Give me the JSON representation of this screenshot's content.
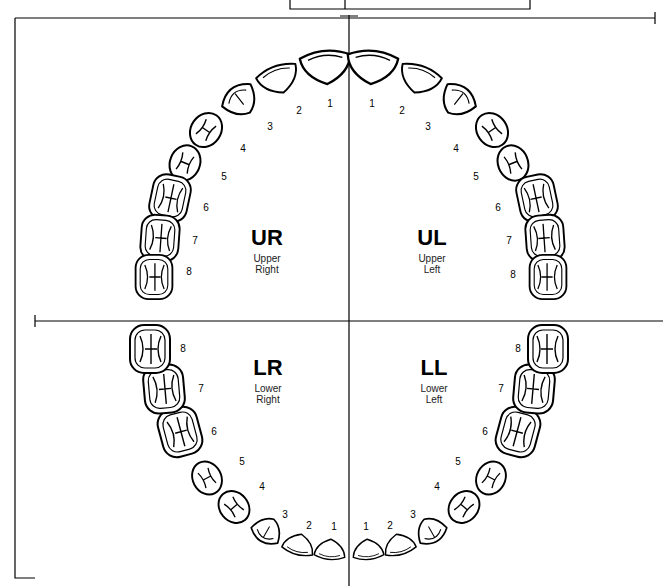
{
  "diagram": {
    "labels": [
      "1",
      "2",
      "3",
      "4",
      "5",
      "6",
      "7",
      "8",
      "1",
      "2",
      "3",
      "4",
      "5",
      "6",
      "7",
      "8",
      "UR",
      "Upper Right",
      "UL",
      "Upper Left",
      "LR",
      "Lower Right",
      "LL",
      "Lower Left",
      "1",
      "2",
      "3",
      "4",
      "5",
      "6",
      "7",
      "8",
      "1",
      "2",
      "3",
      "4",
      "5",
      "6",
      "7",
      "8"
    ]
  }
}
